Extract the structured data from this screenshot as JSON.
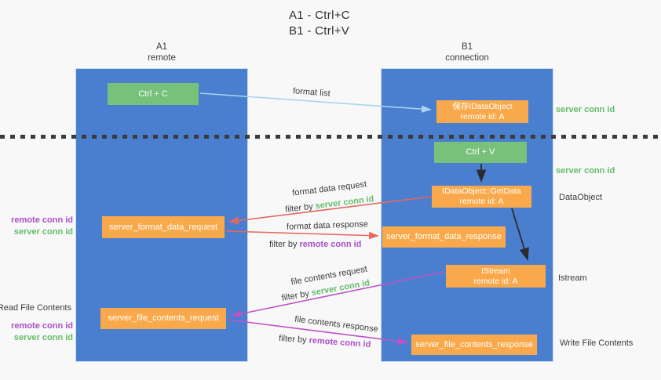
{
  "title": {
    "line1": "A1 - Ctrl+C",
    "line2": "B1 - Ctrl+V"
  },
  "lifelines": {
    "a1": {
      "name": "A1",
      "subtitle": "remote"
    },
    "b1": {
      "name": "B1",
      "subtitle": "connection"
    }
  },
  "boxes": {
    "ctrl_c": "Ctrl + C",
    "ctrl_v": "Ctrl + V",
    "save_idataobject": {
      "line1": "保存IDataObject",
      "line2": "remote id: A"
    },
    "getdata": {
      "line1": "IDataObject::GetData",
      "line2": "remote id: A"
    },
    "istream": {
      "line1": "IStream",
      "line2": "remote id: A"
    },
    "server_format_data_request": "server_format_data_request",
    "server_format_data_response": "server_format_data_response",
    "server_file_contents_request": "server_file_contents_request",
    "server_file_contents_response": "server_file_contents_response"
  },
  "arrow_labels": {
    "format_list": "format list",
    "format_data_request": "format data request",
    "format_data_response": "format data response",
    "file_contents_request": "file contents request",
    "file_contents_response": "file contents response",
    "filter_by": "filter by",
    "server_conn_id": "server conn id",
    "remote_conn_id": "remote conn id"
  },
  "side_labels": {
    "server_conn_id": "server conn id",
    "remote_conn_id": "remote conn id",
    "dataobject": "DataObject",
    "istream": "Istream",
    "read_file_contents": "Read File Contents",
    "write_file_contents": "Write File Contents"
  },
  "colors": {
    "lifeline_blue": "#4a7fd0",
    "action_green": "#77c17a",
    "node_orange": "#f9a94b",
    "arrow_lightblue": "#a5d3f0",
    "arrow_red": "#e5675f",
    "arrow_purple": "#bd53c6",
    "arrow_black": "#2b2b2b",
    "text_green": "#64bd68",
    "text_purple": "#a94fc6",
    "text_dark": "#3c3c3c"
  }
}
